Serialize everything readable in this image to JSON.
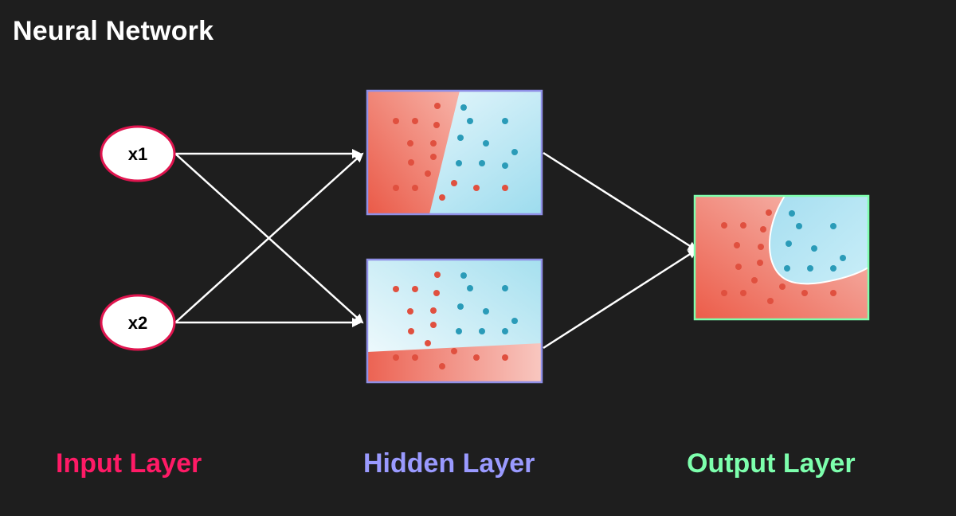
{
  "title": "Neural Network",
  "inputs": [
    {
      "label": "x1"
    },
    {
      "label": "x2"
    }
  ],
  "layers": {
    "input": {
      "label": "Input Layer",
      "color": "#ff1a66"
    },
    "hidden": {
      "label": "Hidden Layer",
      "color": "#9a9aff"
    },
    "output": {
      "label": "Output Layer",
      "color": "#7dffad"
    }
  },
  "colors": {
    "background": "#1e1e1e",
    "class_a_region": "#ef6b5a",
    "class_b_region": "#b4e6f2",
    "class_a_point": "#e0503f",
    "class_b_point": "#2a9bb8",
    "hidden_border": "#8f8fe6",
    "output_border": "#7dffad",
    "arrow": "#ffffff"
  }
}
